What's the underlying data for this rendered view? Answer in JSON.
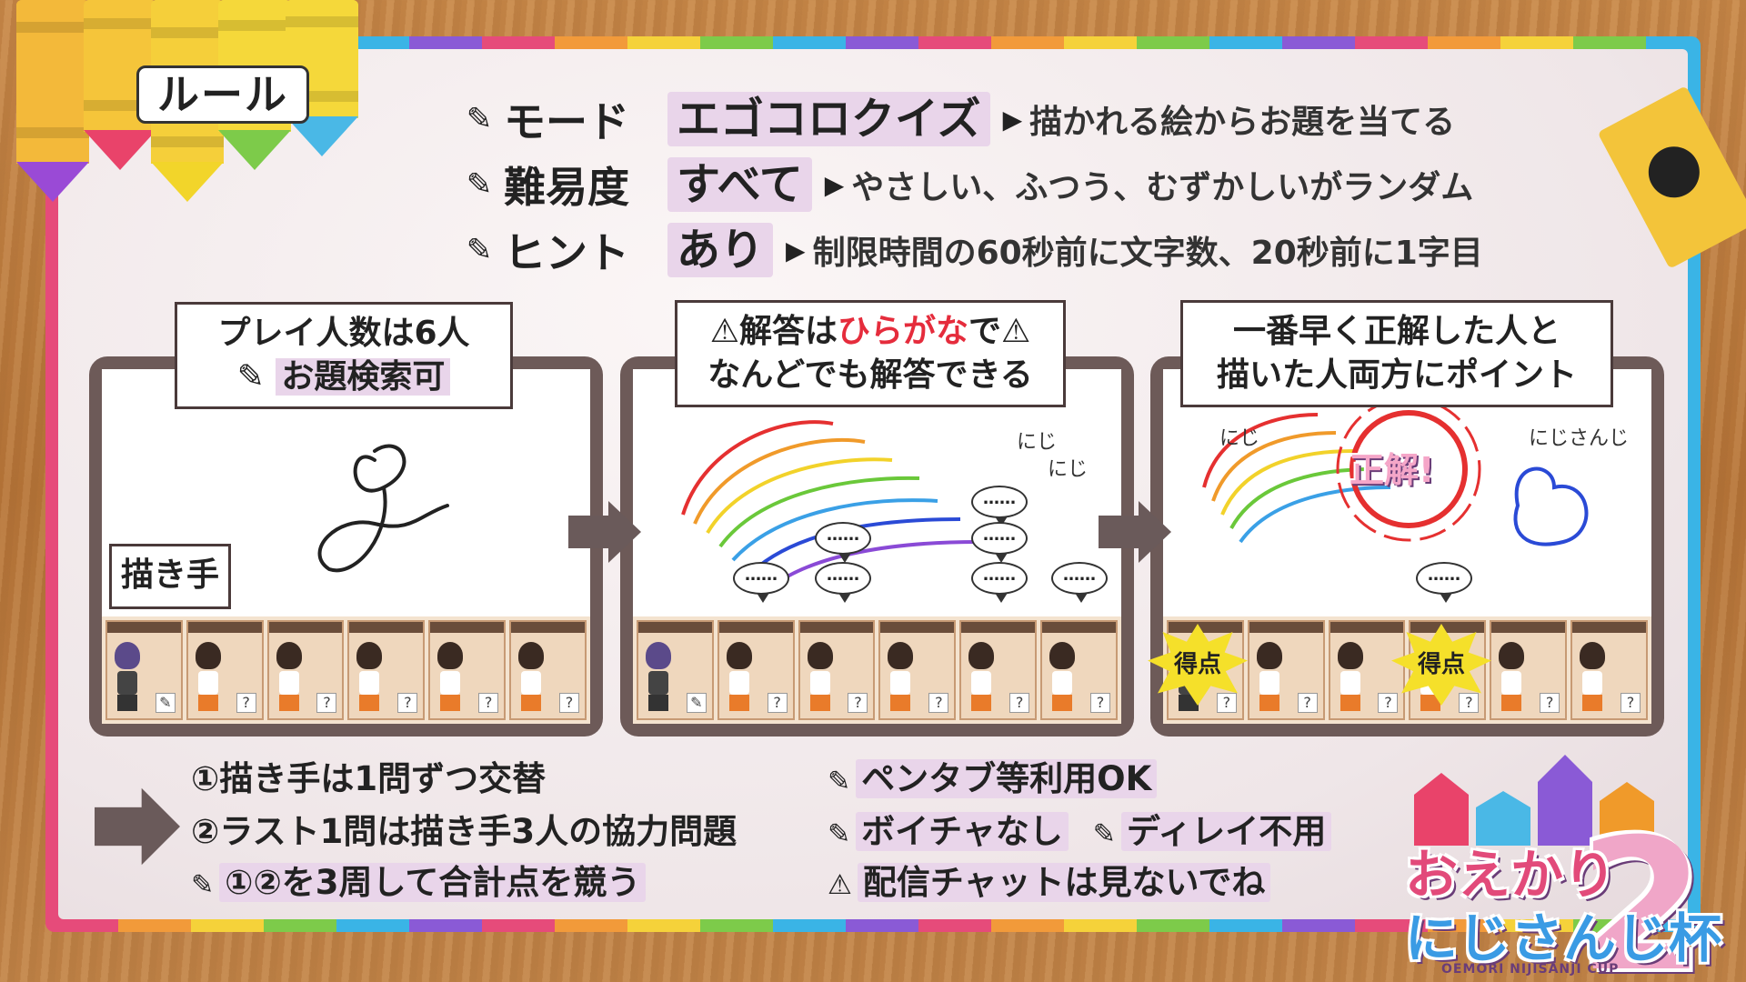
{
  "title": "ルール",
  "rules": [
    {
      "label": "モード",
      "value": "エゴコロクイズ",
      "desc": "描かれる絵からお題を当てる"
    },
    {
      "label": "難易度",
      "value": "すべて",
      "desc": "やさしい、ふつう、むずかしいがランダム"
    },
    {
      "label": "ヒント",
      "value": "あり",
      "desc": "制限時間の60秒前に文字数、20秒前に1字目"
    }
  ],
  "panel1": {
    "callout_line1": "プレイ人数は6人",
    "callout_line2": "お題検索可",
    "drawer_label": "描き手"
  },
  "panel2": {
    "callout_pre": "解答は",
    "callout_red": "ひらがな",
    "callout_post": "で",
    "callout_line2": "なんどでも解答できる",
    "guess1": "にじ",
    "guess2": "にじ",
    "bubble": "……"
  },
  "panel3": {
    "callout_line1": "一番早く正解した人と",
    "callout_line2": "描いた人両方にポイント",
    "guess_left": "にじ",
    "guess_right": "にじさんじ",
    "correct": "正解!",
    "score": "得点",
    "bubble": "……"
  },
  "lower_left": {
    "item1": "①描き手は1問ずつ交替",
    "item2": "②ラスト1問は描き手3人の協力問題",
    "item3": "①②を3周して合計点を競う"
  },
  "lower_right": {
    "item1": "ペンタブ等利用OK",
    "item2a": "ボイチャなし",
    "item2b": "ディレイ不用",
    "item3": "配信チャットは見ないでね"
  },
  "logo": {
    "line1": "おえかり",
    "line2": "にじさんじ杯",
    "number": "2",
    "sub": "OEMORI NIJISANJI CUP"
  },
  "colors": {
    "highlight": "#e9d5ea",
    "red_text": "#e52c3c",
    "panel_frame": "#6d5a58"
  },
  "icons": {
    "pen": "pencil-icon",
    "warning": "warning-icon",
    "arrow": "right-arrow-icon"
  }
}
